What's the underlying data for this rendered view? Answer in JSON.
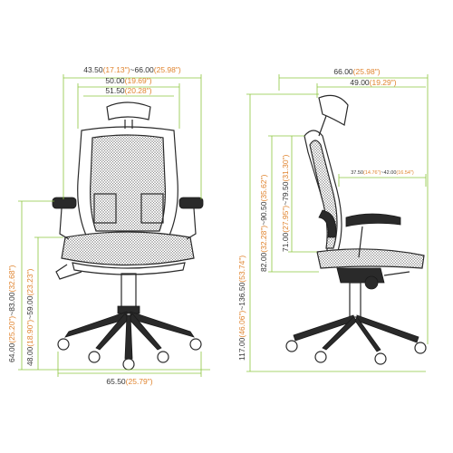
{
  "colors": {
    "dimension_line": "#8dc63f",
    "primary_text": "#333333",
    "alt_text": "#e0842f",
    "chair": "#2a2a2a"
  },
  "front_view": {
    "dims": {
      "headrest_adjustment": {
        "main": "43.50",
        "alt": "(17.13\")",
        "sep": "~",
        "main2": "66.00",
        "alt2": "(25.98\")"
      },
      "back_width": {
        "main": "50.00",
        "alt": "(19.69\")"
      },
      "seat_width": {
        "main": "51.50",
        "alt": "(20.28\")"
      },
      "armrest_height": {
        "main": "64.00",
        "alt": "(25.20\")",
        "sep": "~",
        "main2": "83.00",
        "alt2": "(32.68\")"
      },
      "seat_height": {
        "main": "48.00",
        "alt": "(18.90\")",
        "sep": "~",
        "main2": "59.00",
        "alt2": "(23.23\")"
      },
      "base_width": {
        "main": "65.50",
        "alt": "(25.79\")"
      }
    }
  },
  "side_view": {
    "dims": {
      "overall_depth": {
        "main": "66.00",
        "alt": "(25.98\")"
      },
      "upper_depth": {
        "main": "49.00",
        "alt": "(19.29\")"
      },
      "overall_height": {
        "main": "117.00",
        "alt": "(46.06\")",
        "sep": "~",
        "main2": "136.50",
        "alt2": "(53.74\")"
      },
      "back_height": {
        "main": "82.00",
        "alt": "(32.28\")",
        "sep": "~",
        "main2": "90.50",
        "alt2": "(35.62\")"
      },
      "lumbar_range": {
        "main": "71.00",
        "alt": "(27.95\")",
        "sep": "~",
        "main2": "79.50",
        "alt2": "(31.30\")"
      },
      "seat_depth": {
        "main": "37.50",
        "alt": "(14.76\")",
        "sep": "~",
        "main2": "42.00",
        "alt2": "(16.54\")"
      }
    }
  }
}
